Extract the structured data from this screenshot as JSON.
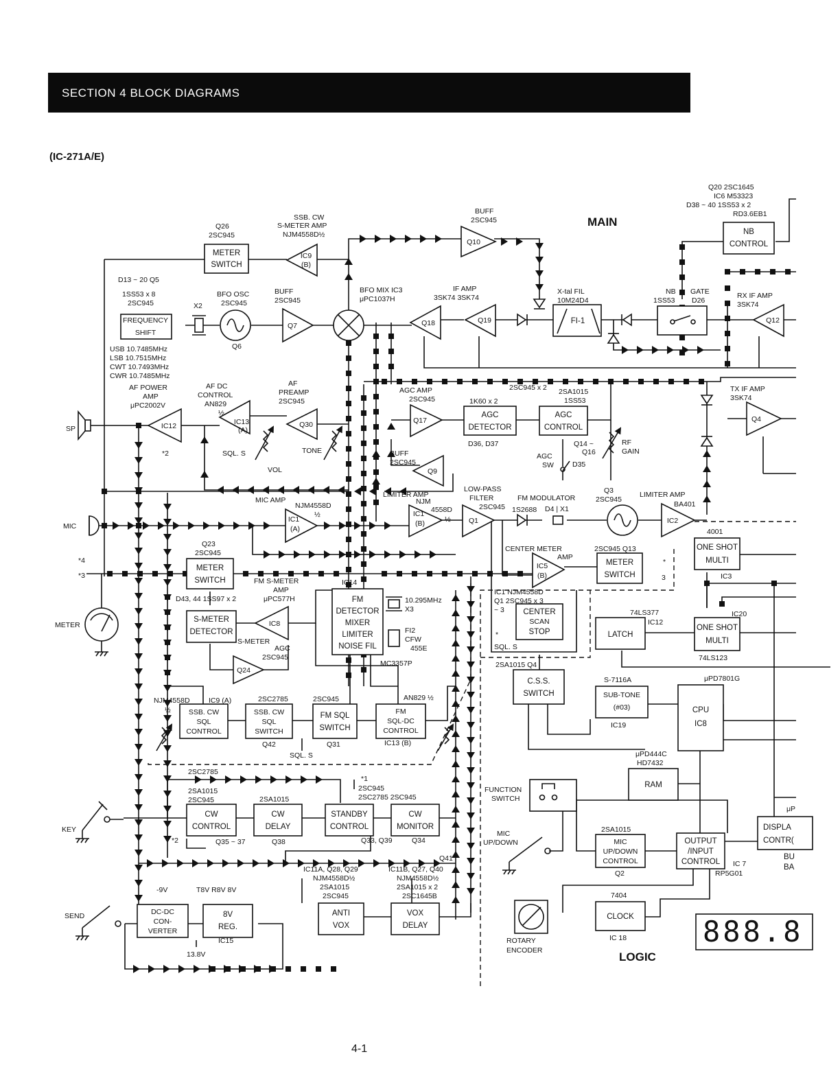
{
  "header": {
    "section_title": "SECTION 4 BLOCK DIAGRAMS",
    "model": "(IC-271A/E)"
  },
  "page_number": "4-1",
  "regions": {
    "main": "MAIN",
    "logic": "LOGIC"
  },
  "blocks": {
    "meter_switch_top": [
      "METER",
      "SWITCH"
    ],
    "frequency_shift": [
      "FREQUENCY",
      "SHIFT"
    ],
    "nb_control": [
      "NB",
      "CONTROL"
    ],
    "fi1": "FI-1",
    "agc_detector": [
      "AGC",
      "DETECTOR"
    ],
    "agc_control": [
      "AGC",
      "CONTROL"
    ],
    "meter_switch_q23": [
      "METER",
      "SWITCH"
    ],
    "s_meter_detector": [
      "S-METER",
      "DETECTOR"
    ],
    "fm_ic14": [
      "FM",
      "DETECTOR",
      "MIXER",
      "LIMITER",
      "NOISE FIL"
    ],
    "meter_switch_q13": [
      "METER",
      "SWITCH"
    ],
    "one_shot_ic3": [
      "ONE SHOT",
      "MULTI"
    ],
    "center_scan_stop": [
      "CENTER",
      "SCAN",
      "STOP"
    ],
    "latch": "LATCH",
    "one_shot_ic12": [
      "ONE SHOT",
      "MULTI"
    ],
    "css_switch": [
      "C.S.S.",
      "SWITCH"
    ],
    "sub_tone": [
      "SUB-TONE",
      "(#03)"
    ],
    "cpu": [
      "CPU",
      "IC8"
    ],
    "ram": "RAM",
    "ssb_cw_sql_control": [
      "SSB. CW",
      "SQL",
      "CONTROL"
    ],
    "ssb_cw_sql_switch": [
      "SSB. CW",
      "SQL",
      "SWITCH"
    ],
    "fm_sql_switch": [
      "FM SQL",
      "SWITCH"
    ],
    "fm_sql_dc_control": [
      "FM",
      "SQL-DC",
      "CONTROL"
    ],
    "cw_control": [
      "CW",
      "CONTROL"
    ],
    "cw_delay": [
      "CW",
      "DELAY"
    ],
    "standby_control": [
      "STANDBY",
      "CONTROL"
    ],
    "cw_monitor": [
      "CW",
      "MONITOR"
    ],
    "dc_dc_converter": [
      "DC-DC",
      "CON-",
      "VERTER"
    ],
    "reg_8v": [
      "8V",
      "REG."
    ],
    "anti_vox": [
      "ANTI",
      "VOX"
    ],
    "vox_delay": [
      "VOX",
      "DELAY"
    ],
    "mic_updown_control": [
      "MIC",
      "UP/DOWN",
      "CONTROL"
    ],
    "output_input_control": [
      "OUTPUT",
      "/INPUT",
      "CONTROL"
    ],
    "clock": "CLOCK",
    "display": [
      "DISPLA",
      "CONTR("
    ],
    "bu_ba": [
      "BU",
      "BA"
    ]
  },
  "amps": {
    "ic9b": [
      "IC9",
      "(B)"
    ],
    "q10": "Q10",
    "q7": "Q7",
    "q18": "Q18",
    "q19": "Q19",
    "q12": "Q12",
    "q4": "Q4",
    "q17": "Q17",
    "ic12": "IC12",
    "ic13a": [
      "IC13",
      "(A)"
    ],
    "q30": "Q30",
    "q9": "Q9",
    "ic1a": [
      "IC1",
      "(A)"
    ],
    "ic1b": [
      "IC1",
      "(B)"
    ],
    "q1": "Q1",
    "ic2": "IC2",
    "ic8": "IC8",
    "q24": "Q24",
    "ic5b": [
      "IC5",
      "(B)"
    ]
  },
  "labels": [
    {
      "id": "q20",
      "text": "Q20  2SC1645"
    },
    {
      "id": "ic6",
      "text": "IC6  M53323"
    },
    {
      "id": "d38",
      "text": "D38 ~ 40  1SS53 x 2"
    },
    {
      "id": "rd36",
      "text": "RD3.6EB1"
    },
    {
      "id": "buff_top",
      "text": "BUFF"
    },
    {
      "id": "buff_top2",
      "text": "2SC945"
    },
    {
      "id": "smeter_amp1",
      "text": "SSB. CW"
    },
    {
      "id": "smeter_amp2",
      "text": "S-METER AMP"
    },
    {
      "id": "smeter_amp3",
      "text": "NJM4558D½"
    },
    {
      "id": "q26a",
      "text": "Q26"
    },
    {
      "id": "q26b",
      "text": "2SC945"
    },
    {
      "id": "d13",
      "text": "D13 ~ 20 Q5"
    },
    {
      "id": "d13b",
      "text": "1SS53 x 8"
    },
    {
      "id": "d13c",
      "text": "2SC945"
    },
    {
      "id": "x2",
      "text": "X2"
    },
    {
      "id": "bfo1",
      "text": "BFO OSC"
    },
    {
      "id": "bfo2",
      "text": "2SC945"
    },
    {
      "id": "buff2a",
      "text": "BUFF"
    },
    {
      "id": "buff2b",
      "text": "2SC945"
    },
    {
      "id": "bfomix1",
      "text": "BFO MIX IC3"
    },
    {
      "id": "bfomix2",
      "text": "μPC1037H"
    },
    {
      "id": "ifamp1",
      "text": "IF AMP"
    },
    {
      "id": "ifamp2",
      "text": "3SK74    3SK74"
    },
    {
      "id": "xtal1",
      "text": "X-tal FIL"
    },
    {
      "id": "xtal2",
      "text": "10M24D4"
    },
    {
      "id": "nb1",
      "text": "NB"
    },
    {
      "id": "nb2",
      "text": "1SS53"
    },
    {
      "id": "gate1",
      "text": "GATE"
    },
    {
      "id": "gate2",
      "text": "D26"
    },
    {
      "id": "rxif1",
      "text": "RX IF AMP"
    },
    {
      "id": "rxif2",
      "text": "3SK74"
    },
    {
      "id": "q6",
      "text": "Q6"
    },
    {
      "id": "usb",
      "text": "USB  10.7485MHz"
    },
    {
      "id": "lsb",
      "text": "LSB  10.7515MHz"
    },
    {
      "id": "cwt",
      "text": "CWT  10.7493MHz"
    },
    {
      "id": "cwr",
      "text": "CWR  10.7485MHz"
    },
    {
      "id": "afp1",
      "text": "AF POWER"
    },
    {
      "id": "afp2",
      "text": "AMP"
    },
    {
      "id": "afp3",
      "text": "μPC2002V"
    },
    {
      "id": "afdc1",
      "text": "AF DC"
    },
    {
      "id": "afdc2",
      "text": "CONTROL"
    },
    {
      "id": "afdc3",
      "text": "AN829"
    },
    {
      "id": "afdc4",
      "text": "½"
    },
    {
      "id": "afpre1",
      "text": "AF"
    },
    {
      "id": "afpre2",
      "text": "PREAMP"
    },
    {
      "id": "afpre3",
      "text": "2SC945"
    },
    {
      "id": "agcamp1",
      "text": "AGC AMP"
    },
    {
      "id": "agcamp2",
      "text": "2SC945"
    },
    {
      "id": "k60",
      "text": "1K60 x 2"
    },
    {
      "id": "agcq",
      "text": "2SC945 x 2"
    },
    {
      "id": "agcq2",
      "text": "2SA1015"
    },
    {
      "id": "agcq3",
      "text": "1SS53"
    },
    {
      "id": "txif1",
      "text": "TX IF AMP"
    },
    {
      "id": "txif2",
      "text": "3SK74"
    },
    {
      "id": "d36",
      "text": "D36, D37"
    },
    {
      "id": "q14",
      "text": "Q14 ~"
    },
    {
      "id": "q16",
      "text": "Q16"
    },
    {
      "id": "agcsw1",
      "text": "AGC"
    },
    {
      "id": "agcsw2",
      "text": "SW"
    },
    {
      "id": "d35",
      "text": "D35"
    },
    {
      "id": "rfgain1",
      "text": "RF"
    },
    {
      "id": "rfgain2",
      "text": "GAIN"
    },
    {
      "id": "sp",
      "text": "SP"
    },
    {
      "id": "star2a",
      "text": "*2"
    },
    {
      "id": "sqls1",
      "text": "SQL. S"
    },
    {
      "id": "vol",
      "text": "VOL"
    },
    {
      "id": "tone",
      "text": "TONE"
    },
    {
      "id": "buff3a",
      "text": "BUFF"
    },
    {
      "id": "buff3b",
      "text": "2SC945"
    },
    {
      "id": "micamp",
      "text": "MIC AMP"
    },
    {
      "id": "njm1",
      "text": "NJM4558D"
    },
    {
      "id": "half1",
      "text": "½"
    },
    {
      "id": "limamp1",
      "text": "LIMITER AMP"
    },
    {
      "id": "limamp2",
      "text": "NJM"
    },
    {
      "id": "limamp3",
      "text": "4558D"
    },
    {
      "id": "limamp4",
      "text": "½"
    },
    {
      "id": "lpf1",
      "text": "LOW-PASS"
    },
    {
      "id": "lpf2",
      "text": "FILTER"
    },
    {
      "id": "lpf3",
      "text": "2SC945"
    },
    {
      "id": "fmmod",
      "text": "FM MODULATOR"
    },
    {
      "id": "fmmod2",
      "text": "1S2688"
    },
    {
      "id": "d4x1",
      "text": "D4 | X1"
    },
    {
      "id": "q3a",
      "text": "Q3"
    },
    {
      "id": "q3b",
      "text": "2SC945"
    },
    {
      "id": "limamp5",
      "text": "LIMITER AMP"
    },
    {
      "id": "ba401",
      "text": "BA401"
    },
    {
      "id": "mic",
      "text": "MIC"
    },
    {
      "id": "star4",
      "text": "*4"
    },
    {
      "id": "star3",
      "text": "*3"
    },
    {
      "id": "q23a",
      "text": "Q23"
    },
    {
      "id": "q23b",
      "text": "2SC945"
    },
    {
      "id": "fmsm1",
      "text": "FM S-METER"
    },
    {
      "id": "fmsm2",
      "text": "AMP"
    },
    {
      "id": "fmsm3",
      "text": "μPC577H"
    },
    {
      "id": "ic14",
      "text": "IC14"
    },
    {
      "id": "x3a",
      "text": "10.295MHz"
    },
    {
      "id": "x3b",
      "text": "X3"
    },
    {
      "id": "fi2a",
      "text": "FI2"
    },
    {
      "id": "fi2b",
      "text": "CFW"
    },
    {
      "id": "fi2c",
      "text": "455E"
    },
    {
      "id": "mc3357",
      "text": "MC3357P"
    },
    {
      "id": "d43",
      "text": "D43, 44 1SS97 x 2"
    },
    {
      "id": "meter",
      "text": "METER"
    },
    {
      "id": "smeteragc1",
      "text": "S-METER"
    },
    {
      "id": "smeteragc2",
      "text": "AGC"
    },
    {
      "id": "smeteragc3",
      "text": "2SC945"
    },
    {
      "id": "centermeter",
      "text": "CENTER METER"
    },
    {
      "id": "centermeter2",
      "text": "AMP"
    },
    {
      "id": "q13",
      "text": "2SC945 Q13"
    },
    {
      "id": "star3b",
      "text": "*"
    },
    {
      "id": "three",
      "text": "3"
    },
    {
      "id": "ic4001",
      "text": "4001"
    },
    {
      "id": "ic3",
      "text": "IC3"
    },
    {
      "id": "ic1n",
      "text": "IC1  NJM4558D"
    },
    {
      "id": "q1n",
      "text": "Q1   2SC945 x 3"
    },
    {
      "id": "q1n2",
      "text": "~ 3"
    },
    {
      "id": "starc",
      "text": "*"
    },
    {
      "id": "sqls2",
      "text": "SQL. S"
    },
    {
      "id": "ls377",
      "text": "74LS377"
    },
    {
      "id": "ic12n",
      "text": "IC12"
    },
    {
      "id": "ic20",
      "text": "IC20"
    },
    {
      "id": "ls123",
      "text": "74LS123"
    },
    {
      "id": "q4n",
      "text": "2SA1015    Q4"
    },
    {
      "id": "s7116",
      "text": "S-7116A"
    },
    {
      "id": "pd7801",
      "text": "μPD7801G"
    },
    {
      "id": "ic19",
      "text": "IC19"
    },
    {
      "id": "pd444",
      "text": "μPD444C"
    },
    {
      "id": "hd7432",
      "text": "HD7432"
    },
    {
      "id": "njm2",
      "text": "NJM4558D"
    },
    {
      "id": "ic9a",
      "text": "IC9 (A)"
    },
    {
      "id": "half2",
      "text": "½"
    },
    {
      "id": "sc2785a",
      "text": "2SC2785"
    },
    {
      "id": "sc945b",
      "text": "2SC945"
    },
    {
      "id": "an829b",
      "text": "AN829 ½"
    },
    {
      "id": "q42",
      "text": "Q42"
    },
    {
      "id": "q31",
      "text": "Q31"
    },
    {
      "id": "ic13b",
      "text": "IC13 (B)"
    },
    {
      "id": "sqls3",
      "text": "SQL. S"
    },
    {
      "id": "funcsw1",
      "text": "FUNCTION"
    },
    {
      "id": "funcsw2",
      "text": "SWITCH"
    },
    {
      "id": "sc2785b",
      "text": "2SC2785"
    },
    {
      "id": "sa1015a",
      "text": "2SA1015"
    },
    {
      "id": "sc945c",
      "text": "2SC945"
    },
    {
      "id": "sa1015b",
      "text": "2SA1015"
    },
    {
      "id": "star1",
      "text": "*1"
    },
    {
      "id": "sc945d",
      "text": "2SC945"
    },
    {
      "id": "sc2785c",
      "text": "2SC2785  2SC945"
    },
    {
      "id": "key",
      "text": "KEY"
    },
    {
      "id": "star2b",
      "text": "*2"
    },
    {
      "id": "q35",
      "text": "Q35 ~ 37"
    },
    {
      "id": "q38",
      "text": "Q38"
    },
    {
      "id": "q33",
      "text": "Q33, Q39"
    },
    {
      "id": "q34",
      "text": "Q34"
    },
    {
      "id": "micud1",
      "text": "MIC"
    },
    {
      "id": "micud2",
      "text": "UP/DOWN"
    },
    {
      "id": "sa1015c",
      "text": "2SA1015"
    },
    {
      "id": "mup",
      "text": "μP"
    },
    {
      "id": "q41",
      "text": "Q41"
    },
    {
      "id": "ic11a",
      "text": "IC11A, Q28, Q29"
    },
    {
      "id": "ic11a2",
      "text": "NJM4558D½"
    },
    {
      "id": "ic11a3",
      "text": "2SA1015"
    },
    {
      "id": "ic11a4",
      "text": "2SC945"
    },
    {
      "id": "ic11b",
      "text": "IC11B, Q27, Q40"
    },
    {
      "id": "ic11b2",
      "text": "NJM4558D½"
    },
    {
      "id": "ic11b3",
      "text": "2SA1015 x 2"
    },
    {
      "id": "ic11b4",
      "text": "2SC1645B"
    },
    {
      "id": "q2n",
      "text": "Q2"
    },
    {
      "id": "ic7",
      "text": "IC 7"
    },
    {
      "id": "rp5g01",
      "text": "RP5G01"
    },
    {
      "id": "m9v",
      "text": "-9V"
    },
    {
      "id": "t8v",
      "text": "T8V  R8V  8V"
    },
    {
      "id": "send",
      "text": "SEND"
    },
    {
      "id": "ic15",
      "text": "IC15"
    },
    {
      "id": "v138",
      "text": "13.8V"
    },
    {
      "id": "ls7404",
      "text": "7404"
    },
    {
      "id": "ic18",
      "text": "IC 18"
    },
    {
      "id": "rot1",
      "text": "ROTARY"
    },
    {
      "id": "rot2",
      "text": "ENCODER"
    }
  ],
  "display_digits": "888.8"
}
